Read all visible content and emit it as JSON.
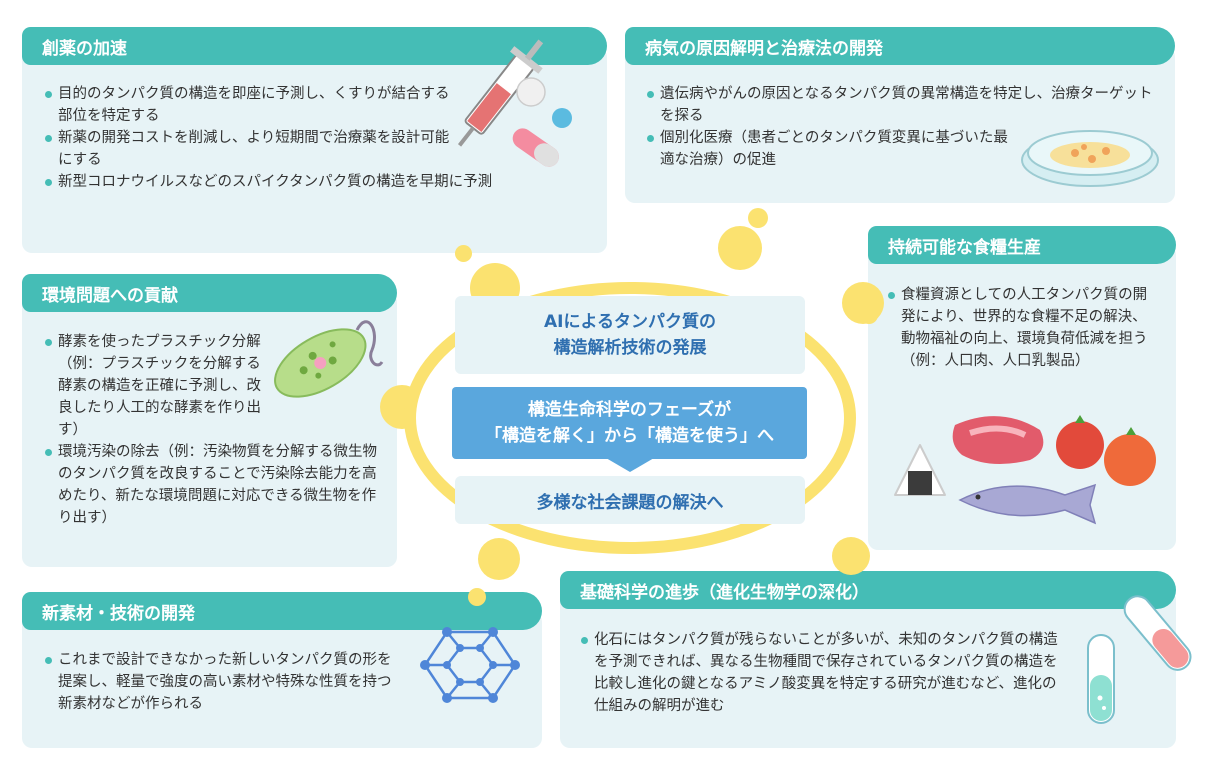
{
  "center": {
    "top": "AIによるタンパク質の\n構造解析技術の発展",
    "middle": "構造生命科学のフェーズが\n「構造を解く」から「構造を使う」へ",
    "bottom": "多様な社会課題の解決へ"
  },
  "cards": {
    "drug": {
      "title": "創薬の加速",
      "items": [
        "目的のタンパク質の構造を即座に予測し、くすりが結合する部位を特定する",
        "新薬の開発コストを削減し、より短期間で治療薬を設計可能にする",
        "新型コロナウイルスなどのスパイクタンパク質の構造を早期に予測"
      ]
    },
    "disease": {
      "title": "病気の原因解明と治療法の開発",
      "items": [
        "遺伝病やがんの原因となるタンパク質の異常構造を特定し、治療ターゲットを探る",
        "個別化医療（患者ごとのタンパク質変異に基づいた最適な治療）の促進"
      ]
    },
    "environment": {
      "title": "環境問題への貢献",
      "items": [
        "酵素を使ったプラスチック分解（例：プラスチックを分解する酵素の構造を正確に予測し、改良したり人工的な酵素を作り出す）",
        "環境汚染の除去（例：汚染物質を分解する微生物のタンパク質を改良することで汚染除去能力を高めたり、新たな環境問題に対応できる微生物を作り出す）"
      ]
    },
    "food": {
      "title": "持続可能な食糧生産",
      "items": [
        "食糧資源としての人工タンパク質の開発により、世界的な食糧不足の解決、動物福祉の向上、環境負荷低減を担う（例：人口肉、人口乳製品）"
      ]
    },
    "material": {
      "title": "新素材・技術の開発",
      "items": [
        "これまで設計できなかった新しいタンパク質の形を提案し、軽量で強度の高い素材や特殊な性質を持つ新素材などが作られる"
      ]
    },
    "science": {
      "title": "基礎科学の進歩（進化生物学の深化）",
      "items": [
        "化石にはタンパク質が残らないことが多いが、未知のタンパク質の構造を予測できれば、異なる生物種間で保存されているタンパク質の構造を比較し進化の鍵となるアミノ酸変異を特定する研究が進むなど、進化の仕組みの解明が進む"
      ]
    }
  },
  "colors": {
    "header": "#45bdb6",
    "card_bg": "#e7f3f6",
    "bubble": "#fbe270",
    "center_blue": "#5aa7dd",
    "center_text": "#2f6fb0"
  }
}
